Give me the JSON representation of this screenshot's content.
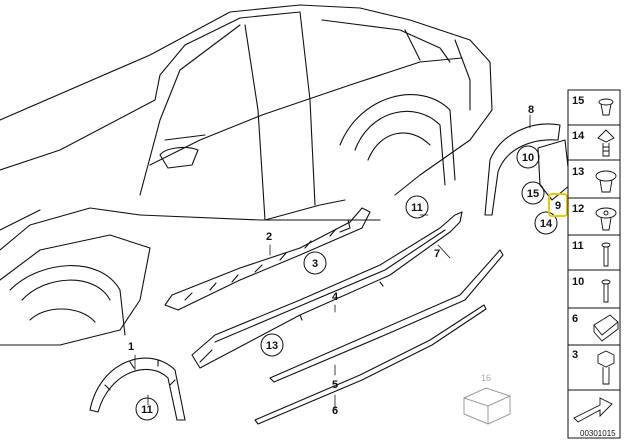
{
  "callouts": {
    "c1": "1",
    "c2": "2",
    "c3": "3",
    "c4": "4",
    "c5": "5",
    "c6": "6",
    "c7": "7",
    "c8": "8",
    "c9": "9",
    "c10": "10",
    "c11a": "11",
    "c11b": "11",
    "c13": "13",
    "c14": "14",
    "c15": "15",
    "c16": "16"
  },
  "side_panel": [
    "15",
    "14",
    "13",
    "12",
    "11",
    "10",
    "6",
    "3"
  ],
  "diagram_code": "00301015",
  "colors": {
    "line": "#111111",
    "highlight": "#e8c800",
    "panel_bg": "#ffffff",
    "gray": "#aaaaaa"
  }
}
